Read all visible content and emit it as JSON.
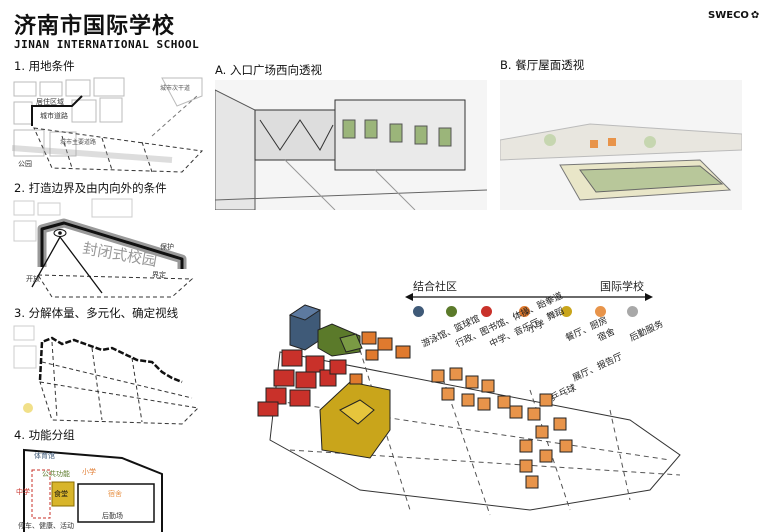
{
  "header": {
    "title": "济南市国际学校",
    "subtitle": "JINAN INTERNATIONAL SCHOOL",
    "brand": "SWECO"
  },
  "steps": [
    {
      "label": "1. 用地条件"
    },
    {
      "label": "2. 打造边界及由内向外的条件"
    },
    {
      "label": "3. 分解体量、多元化、确定视线"
    },
    {
      "label": "4. 功能分组"
    }
  ],
  "views": [
    {
      "label": "A. 入口广场西向透视"
    },
    {
      "label": "B. 餐厅屋面透视"
    }
  ],
  "scale": {
    "left": "结合社区",
    "right": "国际学校"
  },
  "legend": [
    {
      "color": "#3f5a78",
      "label": "游泳馆、篮球馆"
    },
    {
      "color": "#5b7a2a",
      "label": "行政、图书馆、体操、跆拳道"
    },
    {
      "color": "#c9312a",
      "label": "中学、音乐厅、舞蹈"
    },
    {
      "color": "#e07a2e",
      "label": "小学"
    },
    {
      "color": "#c9a51b",
      "label": "餐厅、厨房"
    },
    {
      "color": "#e8944a",
      "label": "宿舍"
    },
    {
      "color": "#a8a8a8",
      "label": "后勤服务"
    }
  ],
  "extra_labels": {
    "hall": "展厅、报告厅",
    "pingpong": "乒乓球"
  },
  "map_labels": {
    "s1": [
      "居住区域",
      "城市道路",
      "城市主要道路",
      "城市次干道",
      "公园"
    ],
    "s2": [
      "封闭式校园",
      "开放",
      "保护",
      "界定"
    ],
    "s4": [
      "体育馆",
      "公共功能",
      "小学",
      "中学",
      "食堂",
      "宿舍",
      "后勤场",
      "停车、健康、活动"
    ]
  }
}
